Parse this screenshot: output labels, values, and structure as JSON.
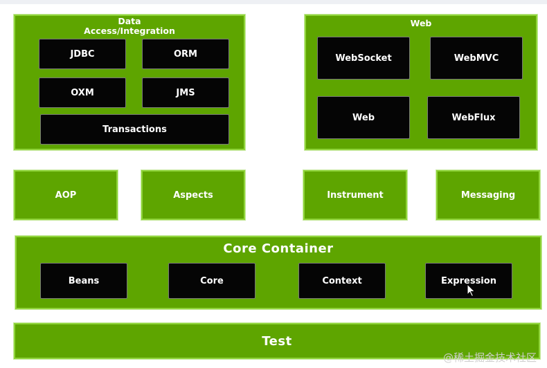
{
  "data_access": {
    "title_line1": "Data",
    "title_line2": "Access/Integration",
    "modules": [
      "JDBC",
      "ORM",
      "OXM",
      "JMS",
      "Transactions"
    ]
  },
  "web": {
    "title": "Web",
    "modules": [
      "WebSocket",
      "WebMVC",
      "Web",
      "WebFlux"
    ]
  },
  "middle": [
    "AOP",
    "Aspects",
    "Instrument",
    "Messaging"
  ],
  "core_container": {
    "title": "Core  Container",
    "modules": [
      "Beans",
      "Core",
      "Context",
      "Expression"
    ]
  },
  "test": {
    "label": "Test"
  },
  "watermark": "@稀土掘金技术社区",
  "colors": {
    "panel": "#5ea500",
    "border": "#8fd43a",
    "module": "#050505"
  },
  "cursor_icon": "arrow-cursor-icon"
}
